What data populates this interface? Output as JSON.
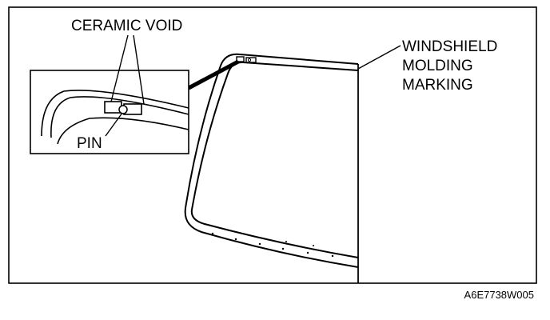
{
  "labels": {
    "ceramic_void": "CERAMIC VOID",
    "pin": "PIN",
    "marking_line1": "WINDSHIELD",
    "marking_line2": "MOLDING",
    "marking_line3": "MARKING"
  },
  "figure_code": "A6E7738W005",
  "colors": {
    "ink": "#000000",
    "paper": "#ffffff"
  }
}
